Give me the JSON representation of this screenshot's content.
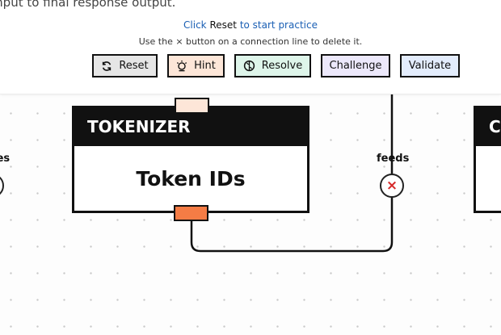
{
  "header": {
    "intro_text": "input to final response output.",
    "instruction_click": "Click",
    "instruction_reset_word": "Reset",
    "instruction_rest": "to start practice",
    "instruction_delete": "Use the × button on a connection line to delete it."
  },
  "toolbar": {
    "buttons": [
      {
        "label": "Reset",
        "icon": "refresh-icon"
      },
      {
        "label": "Hint",
        "icon": "lightbulb-icon"
      },
      {
        "label": "Resolve",
        "icon": "brain-icon"
      },
      {
        "label": "Challenge"
      },
      {
        "label": "Validate"
      }
    ]
  },
  "canvas": {
    "nodes": [
      {
        "title": "TOKENIZER",
        "body": "Token IDs"
      },
      {
        "title": "C"
      }
    ],
    "connections": [
      {
        "label": "feeds",
        "delete_glyph": "×"
      },
      {
        "label": "zes"
      }
    ]
  },
  "colors": {
    "reset_bg": "#e6e6e6",
    "hint_bg": "#fde6d8",
    "resolve_bg": "#def5ea",
    "challenge_bg": "#ece8fb",
    "validate_bg": "#e3ecfc",
    "output_port": "#f57c45",
    "delete_x": "#d62828",
    "link": "#1a5fb4"
  }
}
